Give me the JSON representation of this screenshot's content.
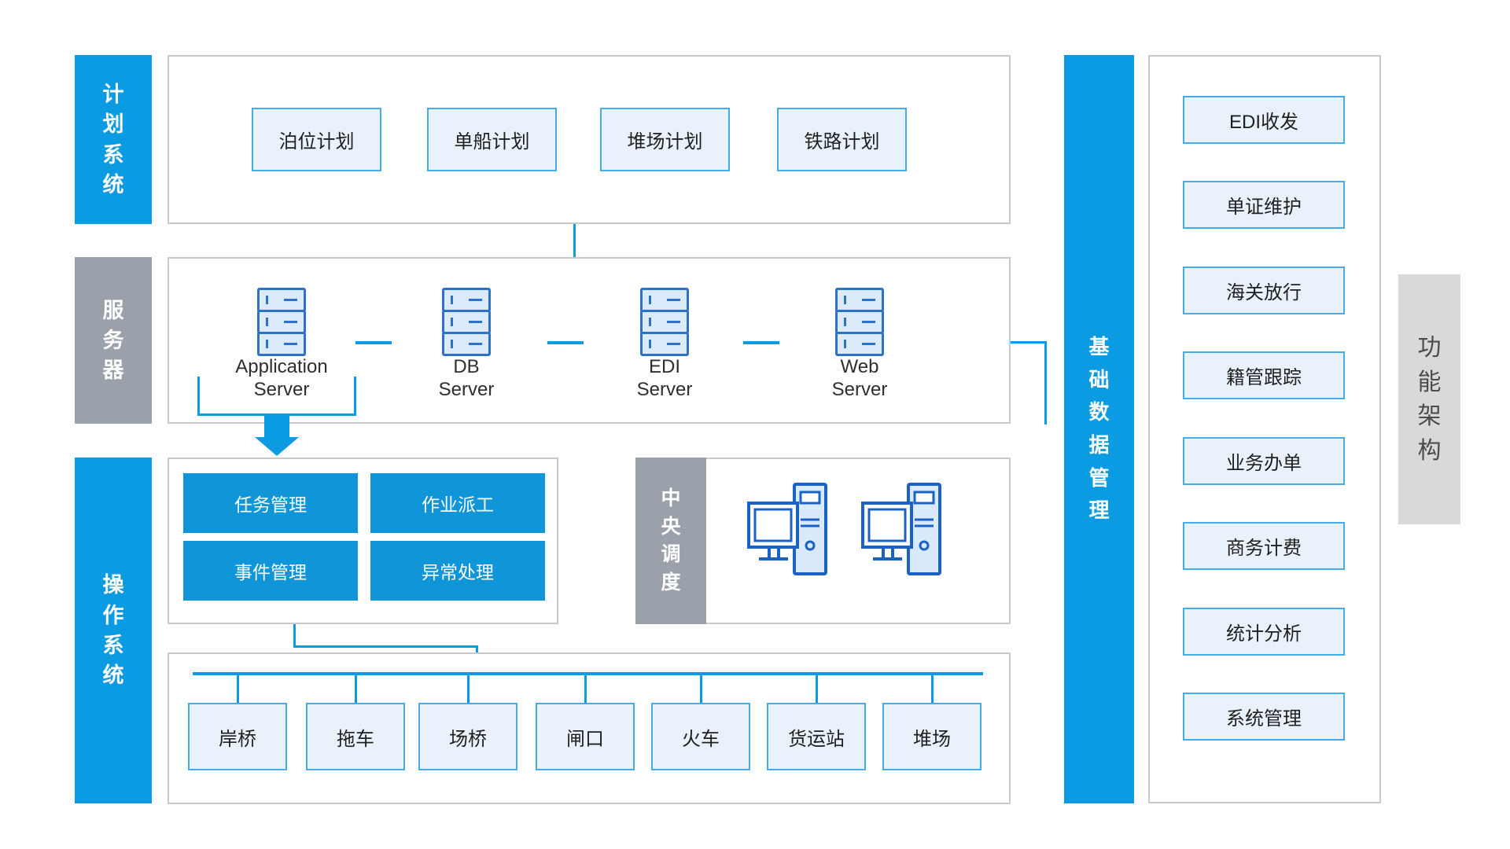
{
  "rails": {
    "plan": "计划系统",
    "server": "服务器",
    "operation": "操作系统",
    "base_data": "基础数据管理",
    "central": "中央调度",
    "function_arch": "功能架构"
  },
  "plan_boxes": [
    "泊位计划",
    "单船计划",
    "堆场计划",
    "铁路计划"
  ],
  "servers": [
    {
      "line1": "Application",
      "line2": "Server"
    },
    {
      "line1": "DB",
      "line2": "Server"
    },
    {
      "line1": "EDI",
      "line2": "Server"
    },
    {
      "line1": "Web",
      "line2": "Server"
    }
  ],
  "operation_buttons": [
    "任务管理",
    "作业派工",
    "事件管理",
    "异常处理"
  ],
  "equipment_boxes": [
    "岸桥",
    "拖车",
    "场桥",
    "闸口",
    "火车",
    "货运站",
    "堆场"
  ],
  "right_boxes": [
    "EDI收发",
    "单证维护",
    "海关放行",
    "籍管跟踪",
    "业务办单",
    "商务计费",
    "统计分析",
    "系统管理"
  ],
  "colors": {
    "accent_blue": "#0a9be2",
    "button_blue": "#1095d8",
    "rail_gray": "#9ba1aa",
    "box_fill": "#e9f2fa",
    "box_border": "#45ace8",
    "panel_border": "#c9c9c9",
    "icon_blue": "#2e72c8",
    "tag_gray": "#d9d9d9"
  }
}
